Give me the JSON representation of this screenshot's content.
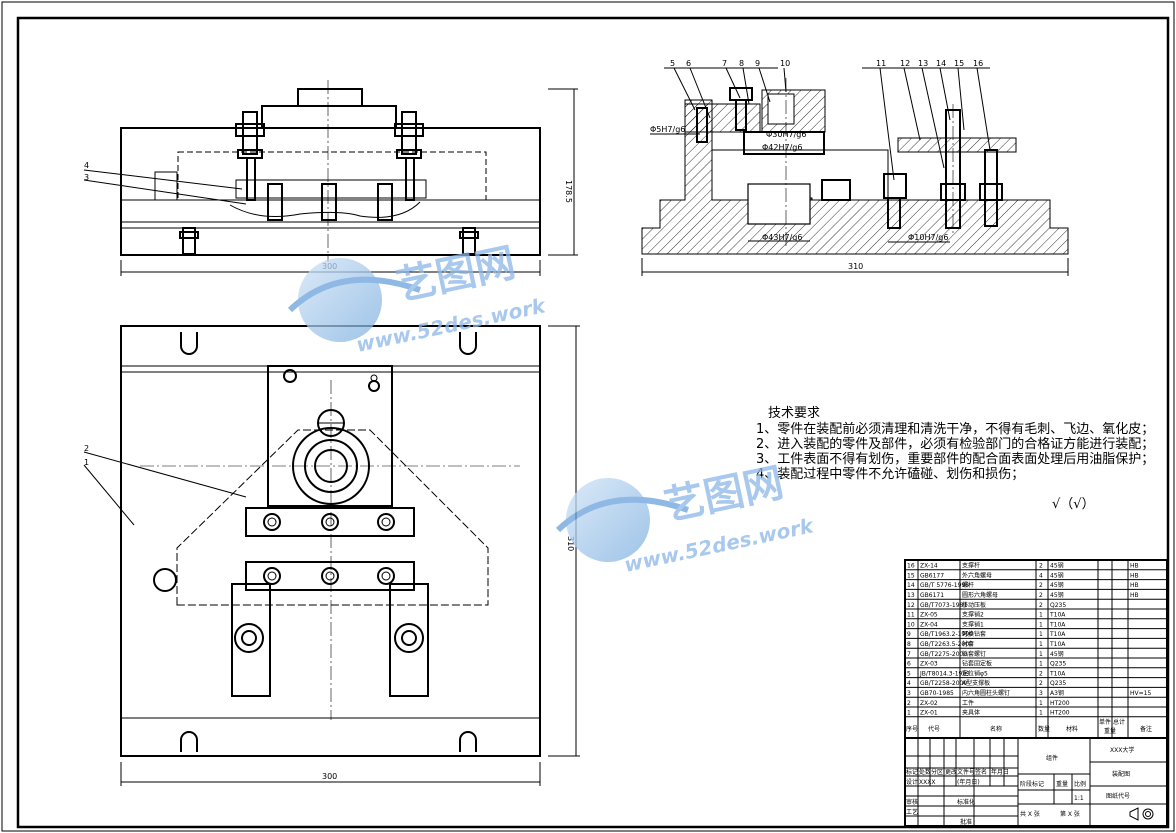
{
  "views": {
    "front": {
      "dim_width": "300",
      "dim_height": "178.5",
      "callouts": [
        "4",
        "3"
      ]
    },
    "section": {
      "dim_width": "310",
      "callouts": [
        "5",
        "6",
        "7",
        "8",
        "9",
        "10",
        "11",
        "12",
        "13",
        "14",
        "15",
        "16"
      ],
      "fits": {
        "left": "Φ5H7/g6",
        "bore_top": "Φ30H7/g6",
        "bore_mid": "Φ42H7/g6",
        "bore_bottom": "Φ43H7/g6",
        "pin": "Φ10H7/g6"
      }
    },
    "top": {
      "dim_width": "300",
      "dim_height": "310",
      "callouts": [
        "2",
        "1"
      ]
    }
  },
  "tech_requirements": {
    "title": "技术要求",
    "items": [
      "1、零件在装配前必须清理和清洗干净，不得有毛刺、飞边、氧化皮；",
      "2、进入装配的零件及部件，必须有检验部门的合格证方能进行装配；",
      "3、工件表面不得有划伤，重要部件的配合面表面处理后用油脂保护；",
      "4、装配过程中零件不允许磕碰、划伤和损伤；"
    ]
  },
  "roughness": "√（√）",
  "watermark": {
    "name": "艺图网",
    "url": "www.52des.work"
  },
  "bom": {
    "header": [
      "序号",
      "代号",
      "名称",
      "数量",
      "材料",
      "单件",
      "总计",
      "重量",
      "备注"
    ],
    "rows": [
      [
        "16",
        "ZX-14",
        "支撑杆",
        "2",
        "45钢",
        "",
        "HB"
      ],
      [
        "15",
        "GB6177",
        "外六角螺母",
        "4",
        "45钢",
        "",
        "HB"
      ],
      [
        "14",
        "GB/T 5776-1995",
        "螺杆",
        "2",
        "45钢",
        "",
        "HB"
      ],
      [
        "13",
        "GB6171",
        "圆形六角螺母",
        "2",
        "45钢",
        "",
        "HB"
      ],
      [
        "12",
        "GB/T7073-1981",
        "移动压板",
        "2",
        "Q235",
        "",
        ""
      ],
      [
        "11",
        "ZX-05",
        "支撑销2",
        "1",
        "T10A",
        "",
        ""
      ],
      [
        "10",
        "ZX-04",
        "支撑销1",
        "1",
        "T10A",
        "",
        ""
      ],
      [
        "9",
        "GB/T1963.2-1990",
        "可换钻套",
        "1",
        "T10A",
        "",
        ""
      ],
      [
        "8",
        "GB/T2263.5-2000",
        "衬套",
        "1",
        "T10A",
        "",
        ""
      ],
      [
        "7",
        "GB/T2275-2000",
        "钻套螺钉",
        "1",
        "45钢",
        "",
        ""
      ],
      [
        "6",
        "ZX-03",
        "钻套固定板",
        "1",
        "Q235",
        "",
        ""
      ],
      [
        "5",
        "JB/T8014.3-1999",
        "定位销φ5",
        "2",
        "T10A",
        "",
        ""
      ],
      [
        "4",
        "GB/T2258-2000",
        "A型支撑板",
        "2",
        "Q235",
        "",
        ""
      ],
      [
        "3",
        "GB70-1985",
        "内六角圆柱头螺钉",
        "3",
        "A3钢",
        "",
        "HV=15"
      ],
      [
        "2",
        "ZX-02",
        "工件",
        "1",
        "HT200",
        "",
        ""
      ],
      [
        "1",
        "ZX-01",
        "夹具体",
        "1",
        "HT200",
        "",
        ""
      ]
    ]
  },
  "title_block": {
    "part_label": "组件",
    "university": "XXX大学",
    "drawing_name": "装配图",
    "drawing_no": "图纸代号",
    "stage_label": "阶段标记",
    "weight_label": "重量",
    "scale_label": "比例",
    "scale": "1:1",
    "sheet_total": "共 X 张",
    "sheet_no": "第 X 张",
    "rev_cols": [
      "标记",
      "处数",
      "分区",
      "更改文件号",
      "签名",
      "年月日"
    ],
    "roles": [
      "设计",
      "审核",
      "工艺"
    ],
    "designer": "XXXX",
    "standardize": "标准化",
    "approve": "批准",
    "std_mark": "(年月日)"
  }
}
